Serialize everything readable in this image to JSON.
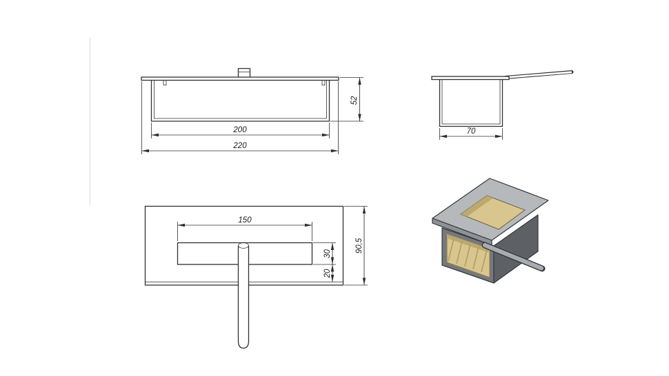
{
  "document": {
    "type": "technical-drawing",
    "background": "#ffffff"
  },
  "views": {
    "front": {
      "dim_inner_width": "200",
      "dim_outer_width": "220",
      "dim_height": "52"
    },
    "side": {
      "dim_depth": "70"
    },
    "plan": {
      "dim_opening_width": "150",
      "dim_opening_depth": "30",
      "dim_edge_offset": "20",
      "dim_overall_depth": "90,5"
    }
  },
  "colors": {
    "line": "#2f2f2f",
    "lid": "#b5b9bc",
    "lid_edge": "#8e9295",
    "body": "#75797d",
    "body_dark": "#5d6165",
    "insert": "#d9c68e",
    "insert_dark": "#bba96f",
    "hatch": "#b3a168",
    "rod": "#a8acb0",
    "rod_outline": "#34373b"
  }
}
